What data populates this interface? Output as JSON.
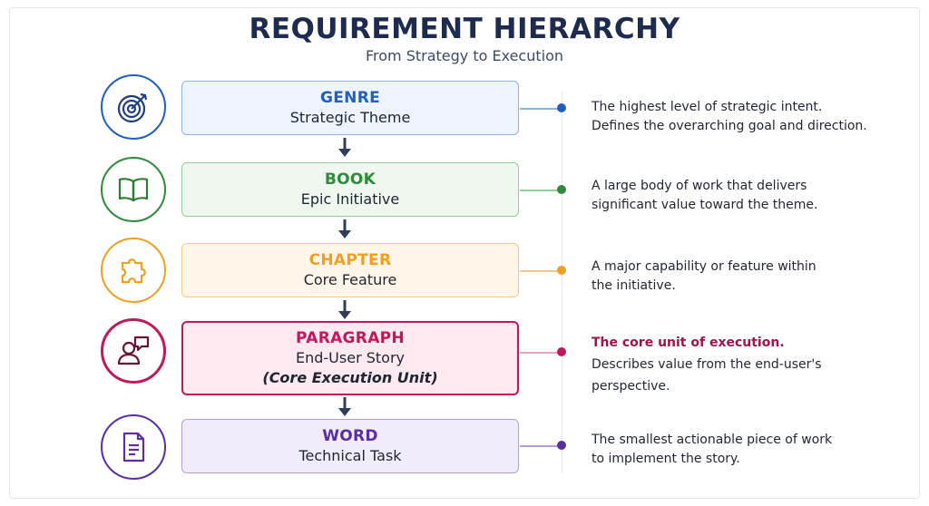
{
  "title": "REQUIREMENT HIERARCHY",
  "subtitle": "From Strategy to Execution",
  "levels": [
    {
      "name": "GENRE",
      "subtitle": "Strategic Theme",
      "icon": "target-icon",
      "color": "#1f5fbf",
      "fill": "#edf4fd",
      "border": "#8fb2e6",
      "description": [
        "The highest level of strategic intent.",
        "Defines the overarching goal and direction."
      ]
    },
    {
      "name": "BOOK",
      "subtitle": "Epic Initiative",
      "icon": "book-icon",
      "color": "#2e8b3a",
      "fill": "#eef8ee",
      "border": "#93cf98",
      "description": [
        "A large body of work that delivers",
        "significant value toward the theme."
      ]
    },
    {
      "name": "CHAPTER",
      "subtitle": "Core Feature",
      "icon": "puzzle-icon",
      "color": "#f0a020",
      "fill": "#fff6e9",
      "border": "#f3c884",
      "description": [
        "A major capability or feature within",
        "the initiative."
      ]
    },
    {
      "name": "PARAGRAPH",
      "subtitle": "End-User Story",
      "note": "(Core Execution Unit)",
      "icon": "user-chat-icon",
      "color": "#c2185b",
      "fill": "#fde9f0",
      "border": "#c2185b",
      "description_emphasis": "The core unit of execution.",
      "description": [
        "Describes value from the end-user's",
        "perspective."
      ]
    },
    {
      "name": "WORD",
      "subtitle": "Technical Task",
      "icon": "document-icon",
      "color": "#5b2ea6",
      "fill": "#f1ecfa",
      "border": "#b39ddb",
      "description": [
        "The smallest actionable piece of work",
        "to implement the story."
      ]
    }
  ]
}
